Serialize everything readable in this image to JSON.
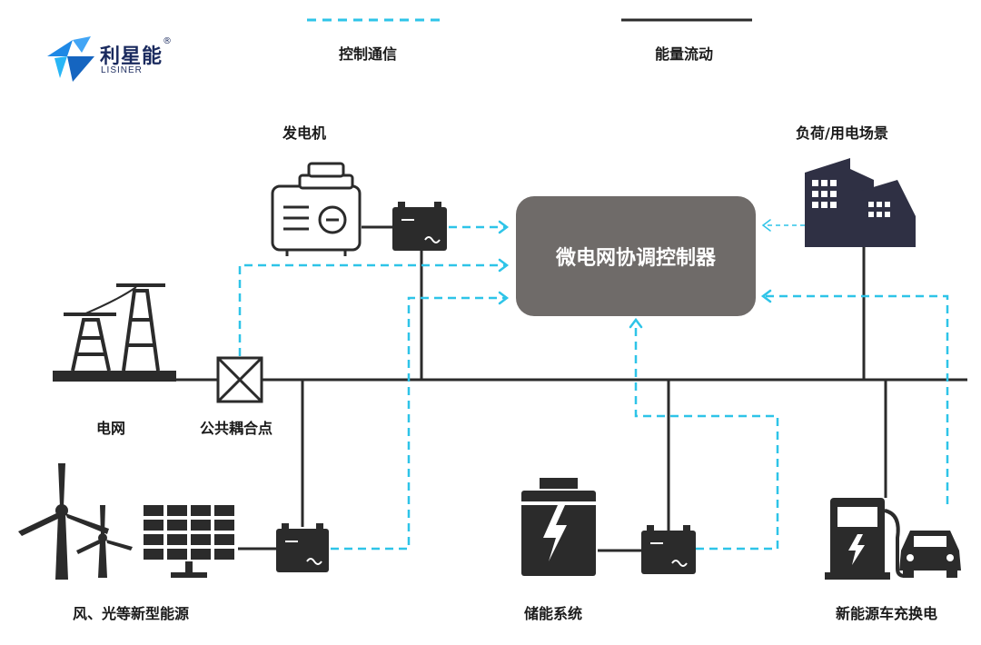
{
  "logo": {
    "cn": "利星能",
    "en": "LISINER",
    "reg": "®"
  },
  "legend": {
    "control": {
      "label": "控制通信",
      "color": "#2ec4e8",
      "style": "dashed"
    },
    "energy": {
      "label": "能量流动",
      "color": "#2b2b2b",
      "style": "solid"
    }
  },
  "controller": {
    "label": "微电网协调控制器",
    "color": "#6f6b69"
  },
  "nodes": {
    "generator": "发电机",
    "load": "负荷/用电场景",
    "grid": "电网",
    "pcc": "公共耦合点",
    "renewable": "风、光等新型能源",
    "storage": "储能系统",
    "ev": "新能源车充换电"
  },
  "colors": {
    "line": "#2b2b2b",
    "dash": "#2ec4e8",
    "icon": "#2b2b2b",
    "building": "#2f3044"
  }
}
